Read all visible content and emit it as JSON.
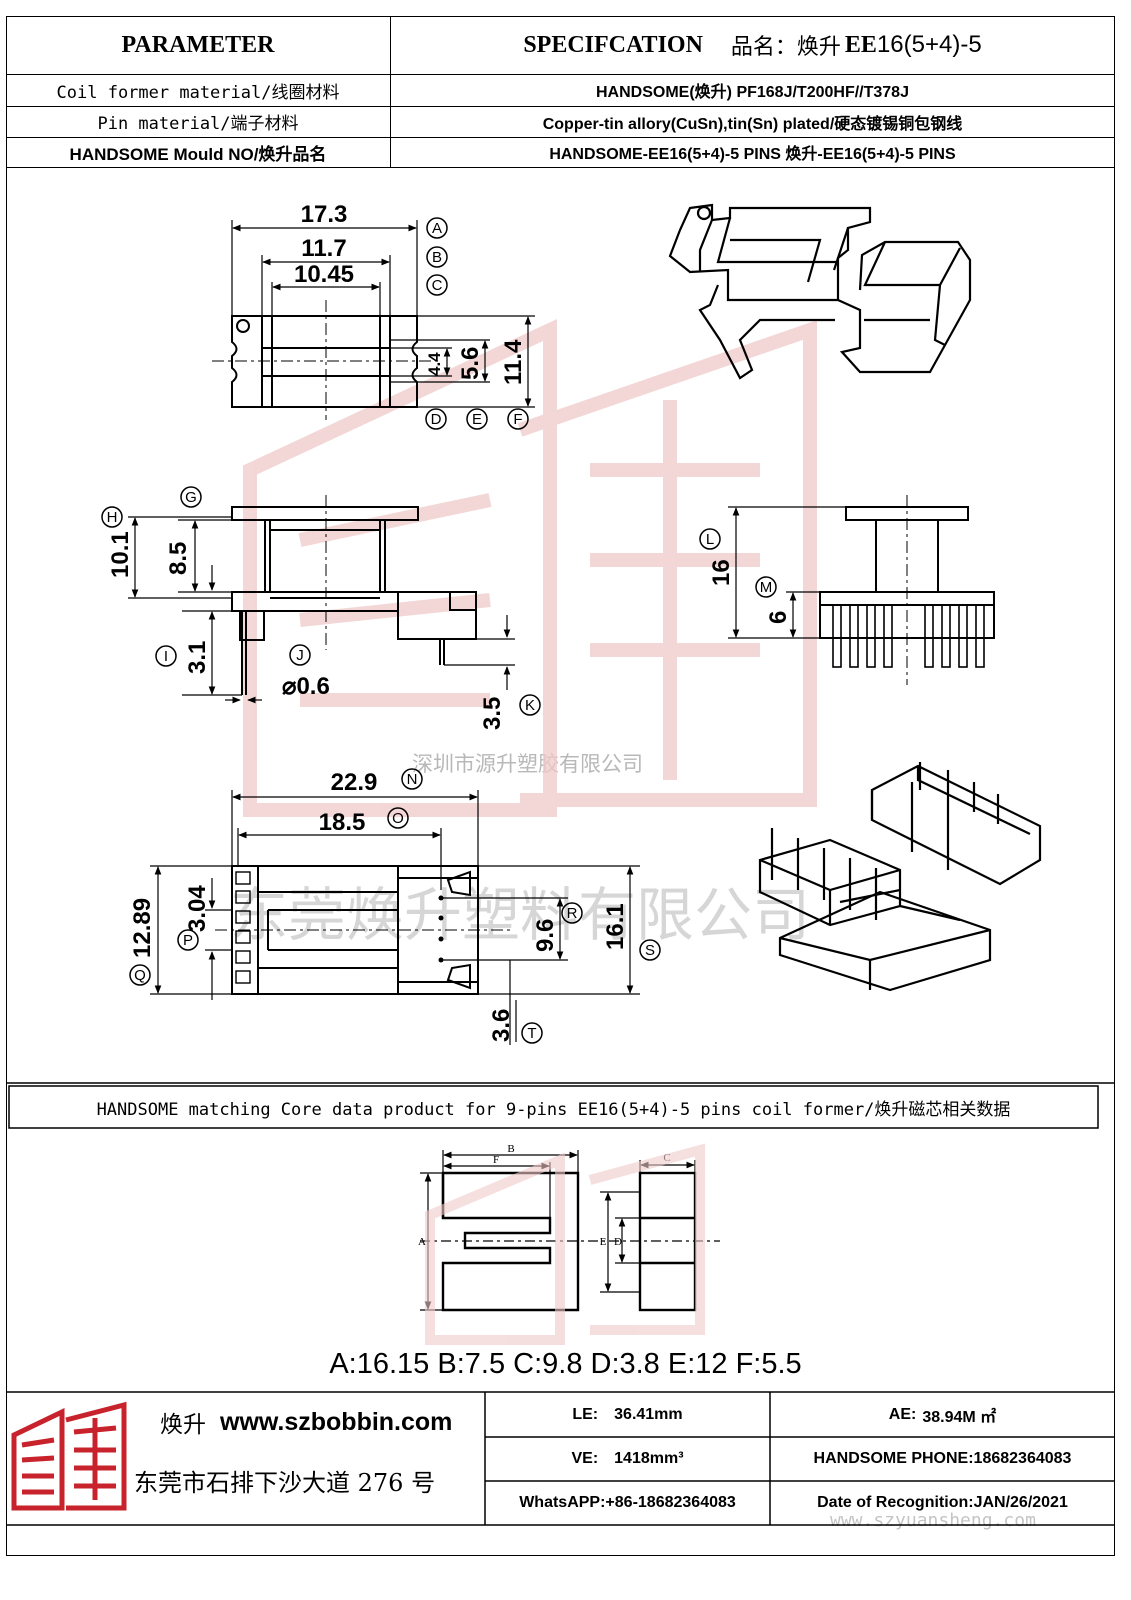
{
  "header": {
    "parameter": "PARAMETER",
    "specification": "SPECIFCATION",
    "product_name_label": "品名：焕升",
    "product_model_bold": "EE",
    "product_model_rest": "16(5+4)-5"
  },
  "params": [
    {
      "label": "Coil former material/线圈材料",
      "value": "HANDSOME(焕升)   PF168J/T200HF//T378J"
    },
    {
      "label": "Pin material/端子材料",
      "value": "Copper-tin allory(CuSn),tin(Sn) plated/硬态镀锡铜包钢线"
    },
    {
      "label": "HANDSOME Mould NO/焕升品名",
      "value": "HANDSOME-EE16(5+4)-5 PINS    焕升-EE16(5+4)-5 PINS"
    }
  ],
  "drawing": {
    "top_view": {
      "d_A": "17.3",
      "d_B": "11.7",
      "d_C": "10.45",
      "d_D": "4.4",
      "d_E": "5.6",
      "d_F": "11.4",
      "lbl_A": "A",
      "lbl_B": "B",
      "lbl_C": "C",
      "lbl_D": "D",
      "lbl_E": "E",
      "lbl_F": "F"
    },
    "side_view": {
      "d_H": "10.1",
      "d_G": "8.5",
      "d_I": "3.1",
      "d_J": "⌀0.6",
      "d_K": "3.5",
      "lbl_G": "G",
      "lbl_H": "H",
      "lbl_I": "I",
      "lbl_J": "J",
      "lbl_K": "K"
    },
    "front_view": {
      "d_L": "16",
      "d_M": "6",
      "lbl_L": "L",
      "lbl_M": "M"
    },
    "bottom_view": {
      "d_N": "22.9",
      "d_O": "18.5",
      "d_P": "3.04",
      "d_Q": "12.89",
      "d_R": "9.6",
      "d_S": "16.1",
      "d_T": "3.6",
      "lbl_N": "N",
      "lbl_O": "O",
      "lbl_P": "P",
      "lbl_Q": "Q",
      "lbl_R": "R",
      "lbl_S": "S",
      "lbl_T": "T"
    }
  },
  "watermarks": {
    "small": "深圳市源升塑胶有限公司",
    "large": "东莞焕升塑料有限公司",
    "bottom_url": "www.szyuansheng.com"
  },
  "core": {
    "title": "HANDSOME matching Core data  product for 9-pins EE16(5+4)-5 pins coil former/焕升磁芯相关数据",
    "labels": {
      "A": "A",
      "B": "B",
      "C": "C",
      "D": "D",
      "E": "E",
      "F": "F"
    },
    "dimensions_text": "A:16.15 B:7.5 C:9.8 D:3.8 E:12 F:5.5"
  },
  "footer": {
    "brand_cn": "焕升",
    "website": "www.szbobbin.com",
    "address": "东莞市石排下沙大道 276 号",
    "le_label": "LE:",
    "le_value": "36.41mm",
    "ae_label": "AE:",
    "ae_value": "38.94M ㎡",
    "ve_label": "VE:",
    "ve_value": "1418mm³",
    "phone": "HANDSOME PHONE:18682364083",
    "whatsapp": "WhatsAPP:+86-18682364083",
    "date": "Date of Recognition:JAN/26/2021"
  },
  "colors": {
    "logo_red": "#c8232c",
    "watermark_red": "#e9a5a5",
    "ink": "#000000"
  }
}
